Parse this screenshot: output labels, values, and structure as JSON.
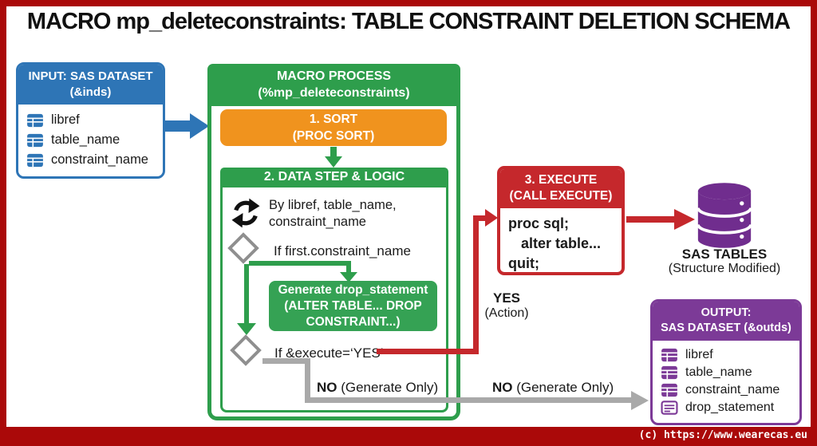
{
  "title": "MACRO mp_deleteconstraints: TABLE CONSTRAINT DELETION SCHEMA",
  "input_box": {
    "title_line1": "INPUT: SAS DATASET",
    "title_line2": "(&inds)",
    "fields": [
      "libref",
      "table_name",
      "constraint_name"
    ]
  },
  "macro_box": {
    "title_line1": "MACRO PROCESS",
    "title_line2": "(%mp_deleteconstraints)",
    "step1_line1": "1. SORT",
    "step1_line2": "(PROC SORT)",
    "step2_title": "2. DATA STEP & LOGIC",
    "loop_line1": "By libref, table_name,",
    "loop_line2": "constraint_name",
    "decision1": "If first.constraint_name",
    "generate_line1": "Generate drop_statement",
    "generate_line2": "(ALTER TABLE... DROP",
    "generate_line3": "CONSTRAINT...)",
    "decision2": "If &execute=‘YES’"
  },
  "execute_box": {
    "title_line1": "3. EXECUTE",
    "title_line2": "(CALL EXECUTE)",
    "code_line1": "proc sql;",
    "code_line2": "alter table...",
    "code_line3": "quit;"
  },
  "sas_tables": {
    "title": "SAS TABLES",
    "subtitle": "(Structure Modified)"
  },
  "output_box": {
    "title_line1": "OUTPUT:",
    "title_line2": "SAS DATASET (&outds)",
    "fields": [
      "libref",
      "table_name",
      "constraint_name",
      "drop_statement"
    ]
  },
  "labels": {
    "yes": "YES",
    "yes_sub": "(Action)",
    "no_bold": "NO",
    "no_rest": " (Generate Only)"
  },
  "footer": "(c) https://www.wearecas.eu",
  "colors": {
    "page_border_red": "#AA0909",
    "input_blue": "#2E75B6",
    "process_green": "#2E9E4C",
    "generate_green": "#35A254",
    "sort_orange": "#F0931E",
    "execute_red": "#C5282C",
    "output_purple": "#7C3A97",
    "database_purple": "#702D8E",
    "no_path_gray": "#A9A9A9"
  }
}
